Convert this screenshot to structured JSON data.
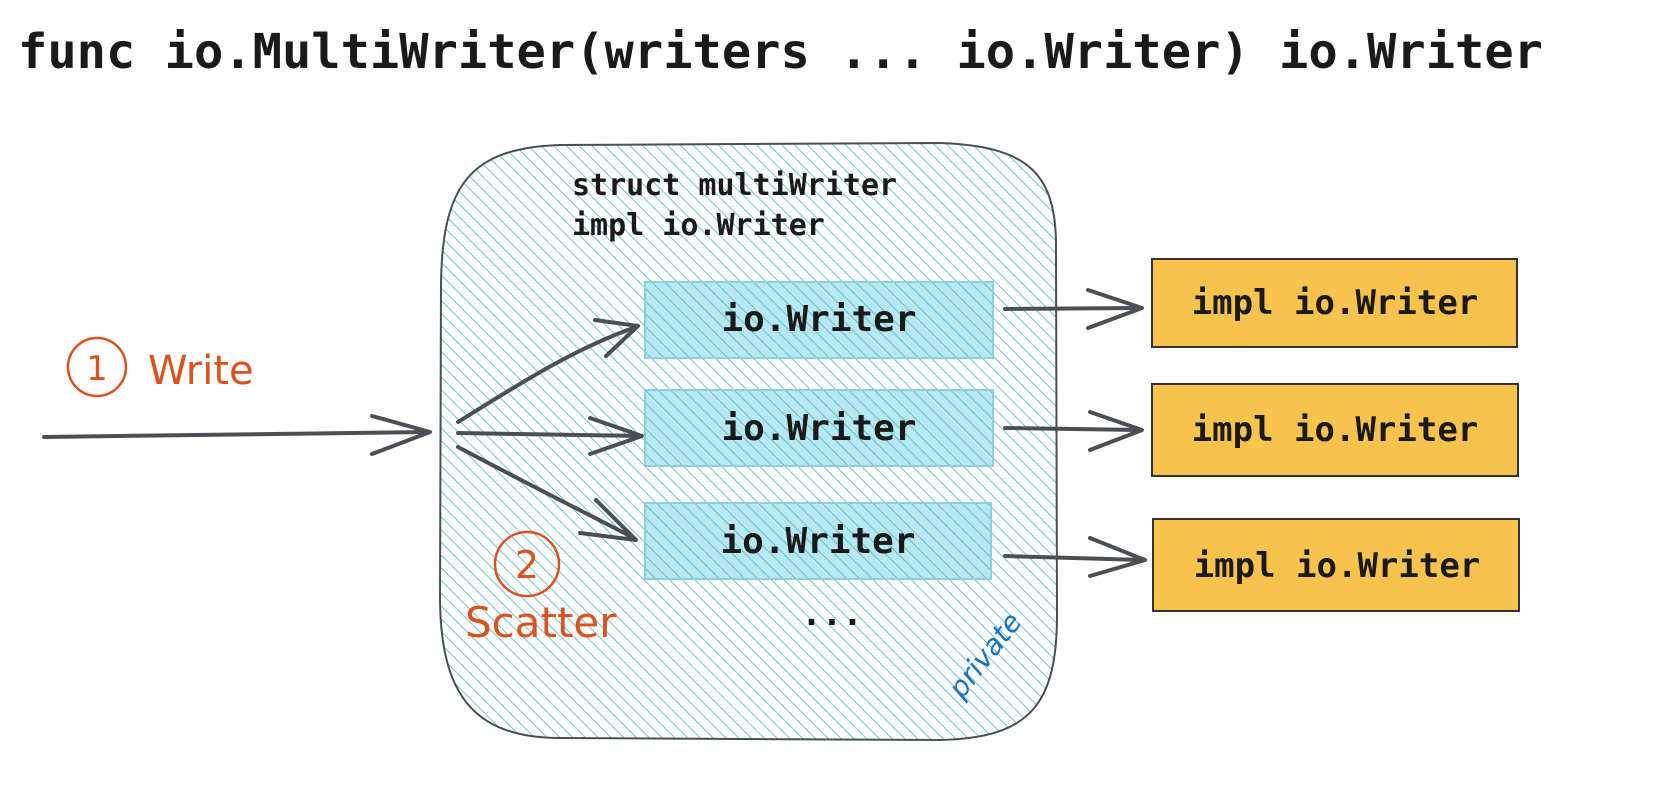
{
  "title": "func io.MultiWriter(writers ... io.Writer) io.Writer",
  "struct_box": {
    "line1": "struct multiWriter",
    "line2": "impl io.Writer",
    "inner_writers": [
      "io.Writer",
      "io.Writer",
      "io.Writer"
    ],
    "ellipsis": "...",
    "private_label": "private"
  },
  "step_write": {
    "number": "1",
    "label": "Write"
  },
  "step_scatter": {
    "number": "2",
    "label": "Scatter"
  },
  "targets": [
    "impl io.Writer",
    "impl io.Writer",
    "impl io.Writer"
  ],
  "colors": {
    "hatch": "#49b6c9",
    "inner_fill": "#a5e3ee",
    "target_fill": "#f7c34c",
    "stroke": "#4a4f55",
    "annotation": "#d9531e",
    "private": "#1971c2"
  }
}
